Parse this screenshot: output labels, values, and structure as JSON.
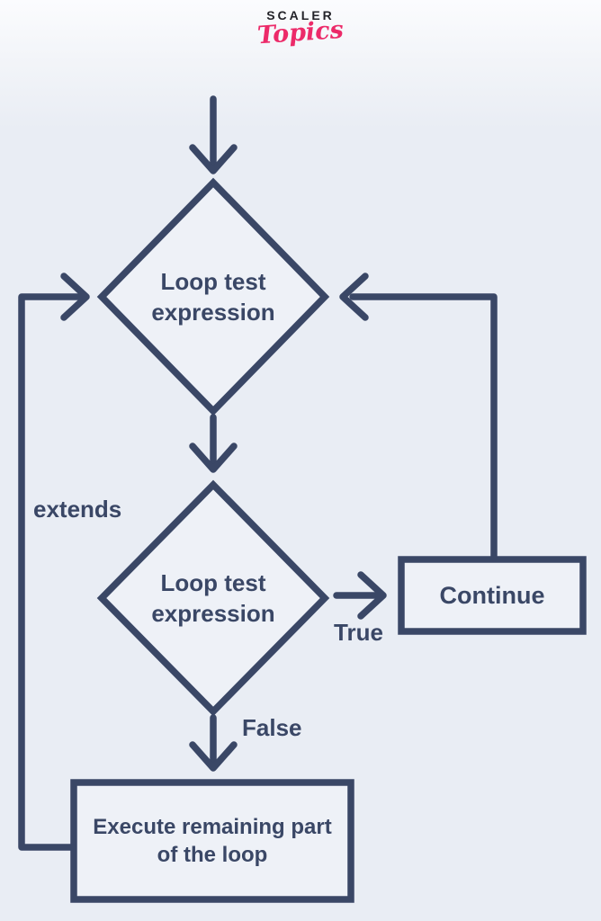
{
  "page": {
    "background": "#e9edf4",
    "line_color": "#3a4766",
    "shape_fill": "#eef1f7"
  },
  "logo": {
    "brand": "SCALER",
    "script": "Topics",
    "brand_color": "#232329",
    "script_color": "#ec2a69"
  },
  "nodes": {
    "decision_top": {
      "type": "decision",
      "label": "Loop test expression"
    },
    "decision_bottom": {
      "type": "decision",
      "label": "Loop test expression"
    },
    "continue_box": {
      "type": "process",
      "label": "Continue"
    },
    "execute_box": {
      "type": "process",
      "label": "Execute remaining part of the loop"
    }
  },
  "edge_labels": {
    "true_branch": "True",
    "false_branch": "False",
    "extends": "extends"
  }
}
